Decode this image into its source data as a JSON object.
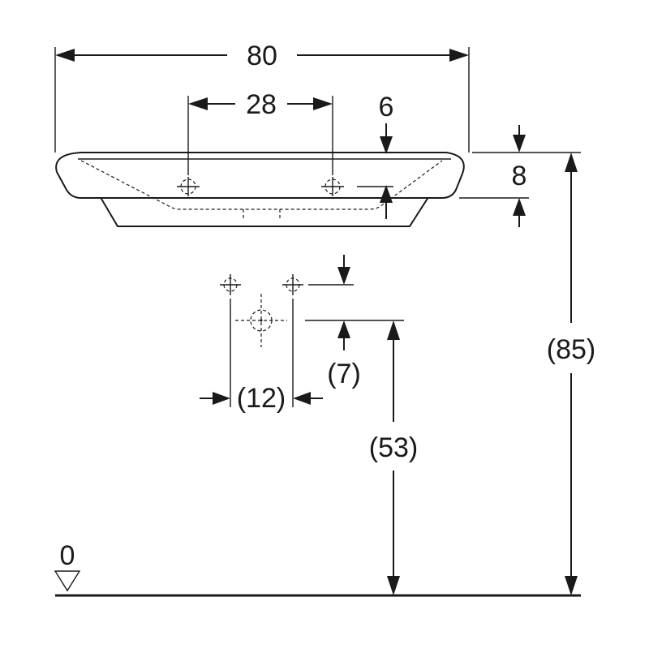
{
  "dimensions": {
    "total_width": "80",
    "tap_hole_spacing": "28",
    "rim_offset": "6",
    "rim_thickness": "8",
    "total_height": "(85)",
    "waste_height": "(53)",
    "waste_offset": "(7)",
    "fixing_spacing": "(12)",
    "floor_level": "0"
  },
  "colors": {
    "line": "#1a1a1a",
    "background": "#ffffff"
  }
}
